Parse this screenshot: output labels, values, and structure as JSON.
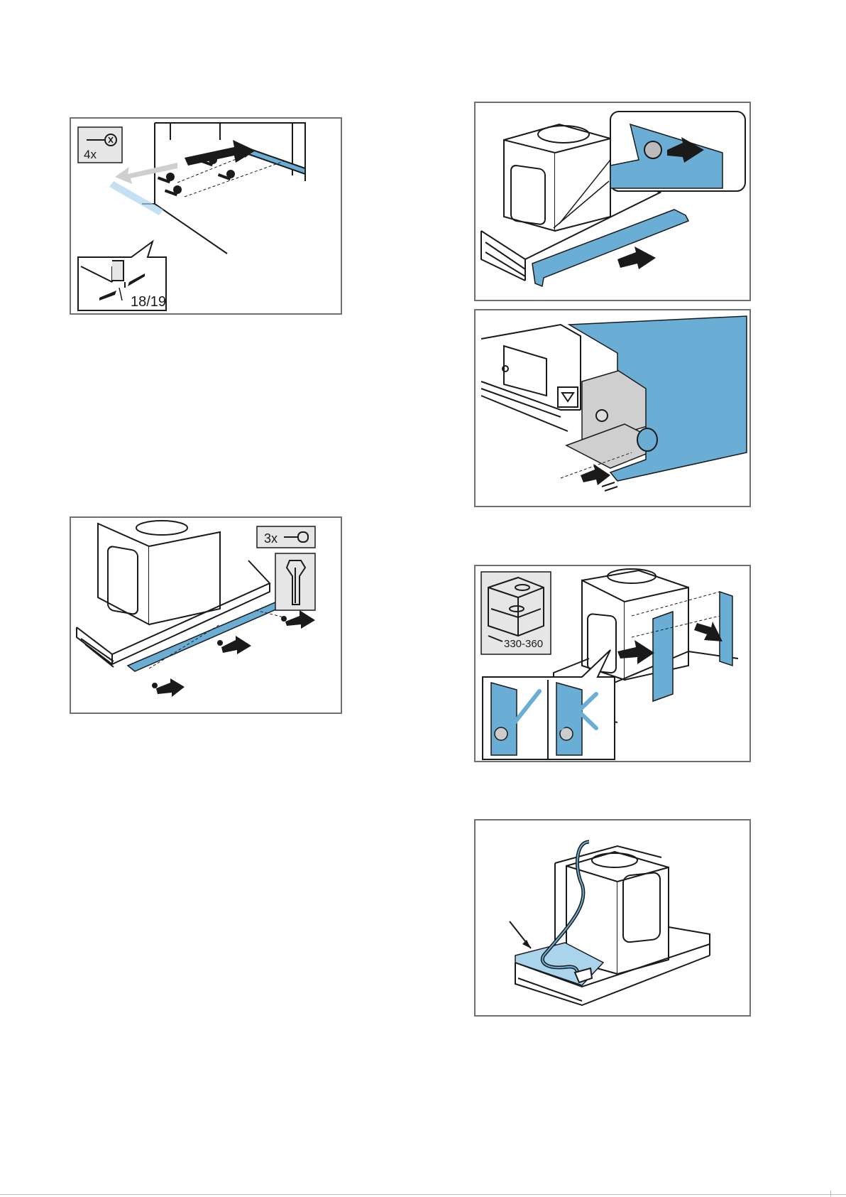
{
  "figures": {
    "fig1": {
      "qty": "4x",
      "dimension": "18/19"
    },
    "fig2": {
      "qty": "3x"
    },
    "fig6": {
      "dimension": "330-360"
    }
  },
  "colors": {
    "accent_blue": "#6aaed6",
    "light_blue": "#a9d4ec",
    "stroke": "#1a1a1a",
    "frame": "#707070",
    "panel_grey": "#e6e6e6"
  }
}
